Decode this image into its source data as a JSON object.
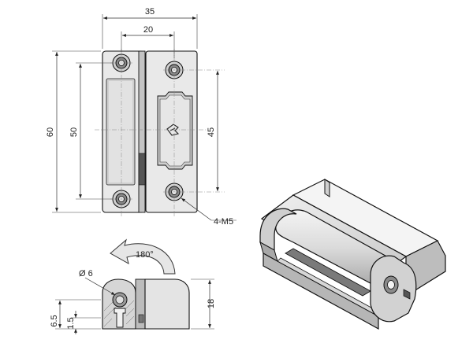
{
  "dimensions": {
    "width_total": "35",
    "width_holes": "20",
    "height_total": "60",
    "height_left_holes": "50",
    "height_right_holes": "45",
    "screws": "4-M5",
    "rotation": "180°",
    "pin_diameter": "Ø 6",
    "side_height": "18",
    "side_small_1": "6.5",
    "side_small_2": "1.5"
  },
  "colors": {
    "line": "#111111",
    "body_fill": "#dcdcdc",
    "arrow_fill": "#e6e6e6"
  }
}
